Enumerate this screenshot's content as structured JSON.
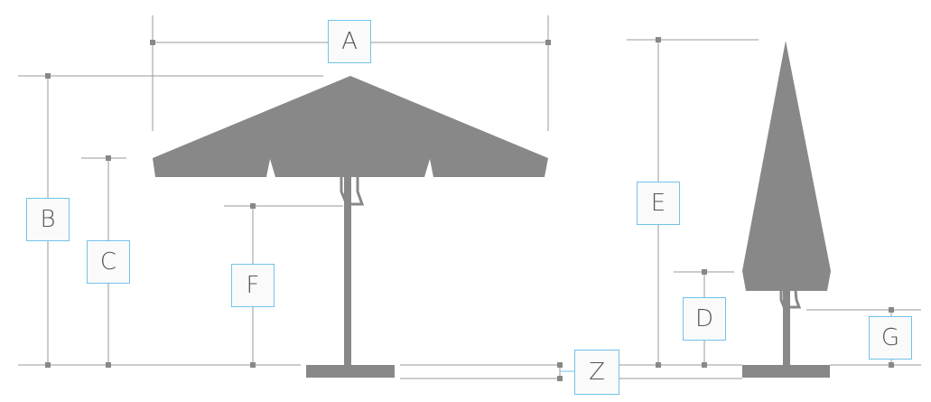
{
  "labels": {
    "a": "A",
    "b": "B",
    "c": "C",
    "d": "D",
    "e": "E",
    "f": "F",
    "g": "G",
    "z": "Z"
  },
  "colors": {
    "shape": "#888888",
    "line": "#999999",
    "box_border": "#72c3ea"
  }
}
